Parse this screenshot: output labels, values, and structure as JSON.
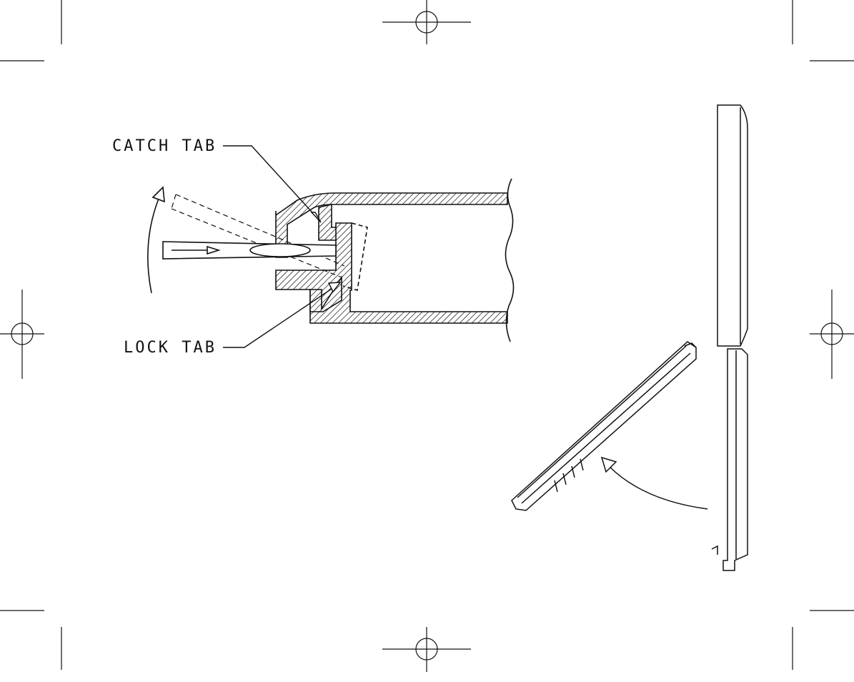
{
  "labels": {
    "catch_tab": "CATCH TAB",
    "lock_tab": "LOCK TAB"
  },
  "colors": {
    "ink": "#111111",
    "paper": "#ffffff"
  },
  "icons": [
    "registration-mark",
    "crop-mark",
    "screwdriver",
    "rotation-arrow",
    "hatching"
  ]
}
